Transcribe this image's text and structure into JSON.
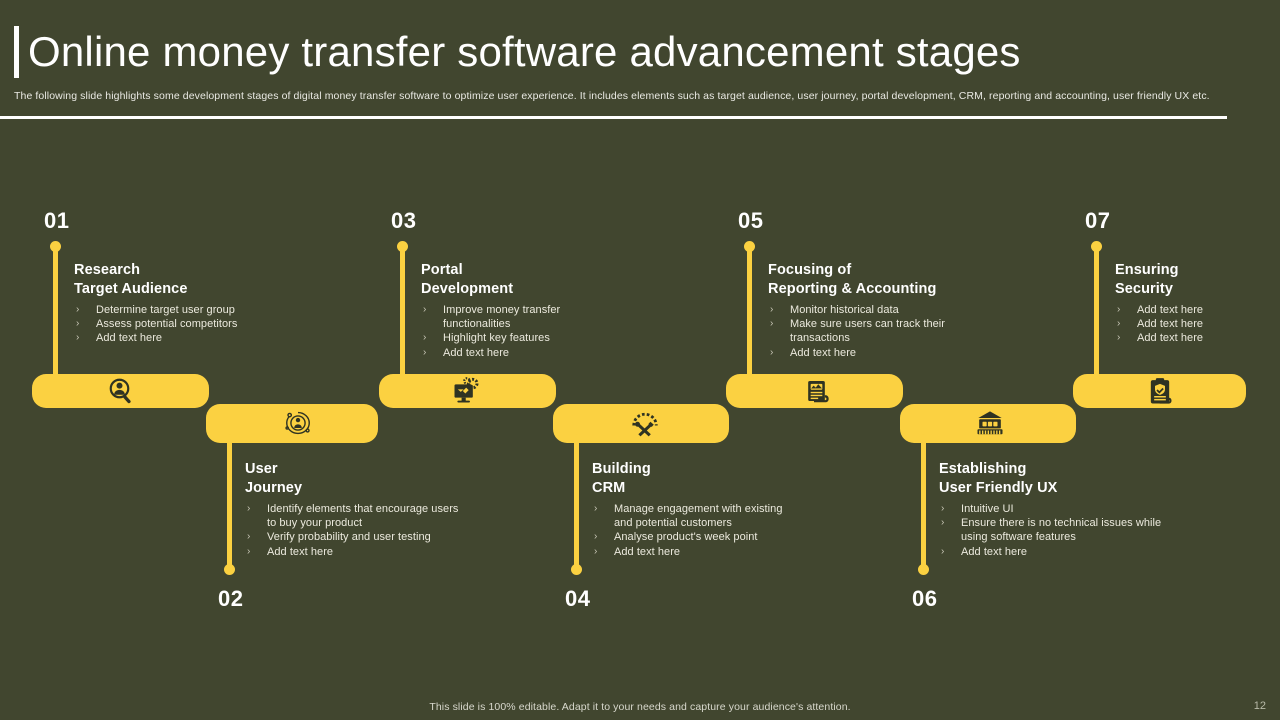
{
  "slide": {
    "title": "Online money transfer software advancement stages",
    "subtitle": "The following slide highlights some  development stages of digital money transfer software to optimize user experience. It includes elements  such as target audience, user journey, portal development, CRM,  reporting and accounting, user friendly UX etc.",
    "footer_note": "This slide is 100% editable.  Adapt it to your needs and capture your audience's attention.",
    "page_number": "12",
    "background_color": "#41462f",
    "accent_color": "#fbd141",
    "text_color": "#ffffff"
  },
  "stages": [
    {
      "number": "01",
      "position": "top",
      "title": "Research\nTarget Audience",
      "icon": "person-search-icon",
      "bullets": [
        "Determine target user group",
        "Assess potential competitors",
        "Add text here"
      ]
    },
    {
      "number": "02",
      "position": "bottom",
      "title": "User\nJourney",
      "icon": "user-journey-orbit-icon",
      "bullets": [
        "Identify elements that  encourage users to buy your product",
        "Verify  probability and user testing",
        "Add text here"
      ]
    },
    {
      "number": "03",
      "position": "top",
      "title": "Portal\nDevelopment",
      "icon": "monitor-gears-icon",
      "bullets": [
        "Improve money transfer functionalities",
        "Highlight key features",
        "Add text here"
      ]
    },
    {
      "number": "04",
      "position": "bottom",
      "title": "Building\nCRM",
      "icon": "gear-tools-icon",
      "bullets": [
        "Manage engagement with existing and potential customers",
        "Analyse product's week point",
        "Add text here"
      ]
    },
    {
      "number": "05",
      "position": "top",
      "title": "Focusing of\nReporting & Accounting",
      "icon": "report-scroll-icon",
      "bullets": [
        "Monitor historical data",
        "Make  sure users can track their transactions",
        "Add text here"
      ]
    },
    {
      "number": "06",
      "position": "bottom",
      "title": "Establishing\nUser  Friendly UX",
      "icon": "bank-building-icon",
      "bullets": [
        "Intuitive UI",
        "Ensure there is no technical issues while using software features",
        "Add text here"
      ]
    },
    {
      "number": "07",
      "position": "top",
      "title": "Ensuring\nSecurity",
      "icon": "clipboard-shield-icon",
      "bullets": [
        "Add text here",
        "Add text here",
        "Add text here"
      ]
    }
  ]
}
